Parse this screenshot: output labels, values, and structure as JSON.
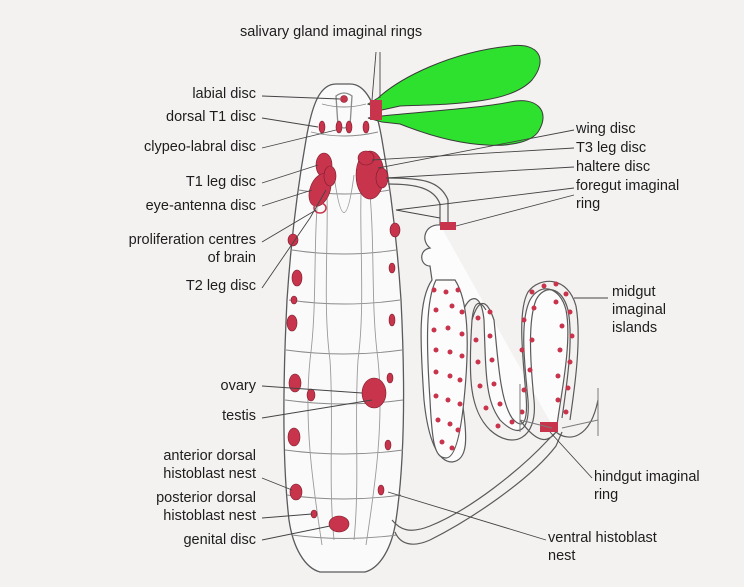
{
  "labels": {
    "salivary_gland": "salivary gland imaginal rings",
    "labial_disc": "labial disc",
    "dorsal_t1": "dorsal T1 disc",
    "clypeo_labral": "clypeo-labral disc",
    "t1_leg": "T1 leg disc",
    "eye_antenna": "eye-antenna disc",
    "proliferation_1": "proliferation centres",
    "proliferation_2": "of brain",
    "t2_leg": "T2 leg disc",
    "ovary": "ovary",
    "testis": "testis",
    "ant_dorsal_1": "anterior dorsal",
    "ant_dorsal_2": "histoblast nest",
    "post_dorsal_1": "posterior dorsal",
    "post_dorsal_2": "histoblast nest",
    "genital": "genital disc",
    "wing": "wing disc",
    "t3_leg": "T3 leg disc",
    "haltere": "haltere disc",
    "foregut_1": "foregut imaginal",
    "foregut_2": "ring",
    "midgut_1": "midgut",
    "midgut_2": "imaginal",
    "midgut_3": "islands",
    "hindgut_1": "hindgut imaginal",
    "hindgut_2": "ring",
    "ventral_1": "ventral histoblast",
    "ventral_2": "nest"
  },
  "colors": {
    "disc_red": "#c8344c",
    "gland_green": "#2ee12e",
    "outline": "#5a5a5a",
    "leader": "#444444",
    "background": "#f4f2f1",
    "body_fill": "#fbfafa"
  }
}
